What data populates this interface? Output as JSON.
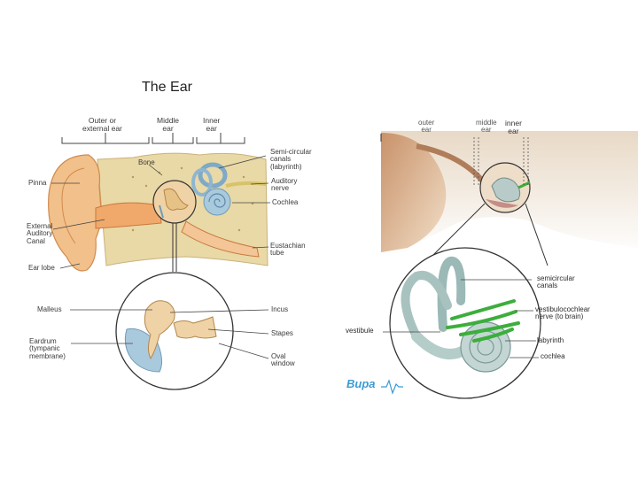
{
  "left_diagram": {
    "title": "The Ear",
    "sections": {
      "outer": "Outer or\nexternal ear",
      "middle": "Middle\near",
      "inner": "Inner\near"
    },
    "labels": {
      "bone": "Bone",
      "pinna": "Pinna",
      "external_canal": "External\nAuditory\nCanal",
      "ear_lobe": "Ear lobe",
      "semicircular": "Semi-circular\ncanals\n(labyrinth)",
      "auditory_nerve": "Auditory\nnerve",
      "cochlea": "Cochlea",
      "eustachian": "Eustachian\ntube",
      "malleus": "Malleus",
      "eardrum": "Eardrum\n(tympanic\nmembrane)",
      "incus": "Incus",
      "stapes": "Stapes",
      "oval_window": "Oval\nwindow"
    }
  },
  "right_diagram": {
    "sections": {
      "outer": "outer\near",
      "middle": "middle\near",
      "inner": "inner\near"
    },
    "labels": {
      "semicircular": "semicircular\ncanals",
      "vestibulocochlear": "vestibulocochlear\nnerve (to brain)",
      "vestibule": "vestibule",
      "labyrinth": "labyrinth",
      "cochlea": "cochlea"
    },
    "logo": "Bupa"
  },
  "colors": {
    "skin": "#f2c08a",
    "bone": "#e9d9a6",
    "inner_blue": "#a9c9dd",
    "nerve_green": "#3cae3c",
    "logo_blue": "#3b9bd3"
  }
}
